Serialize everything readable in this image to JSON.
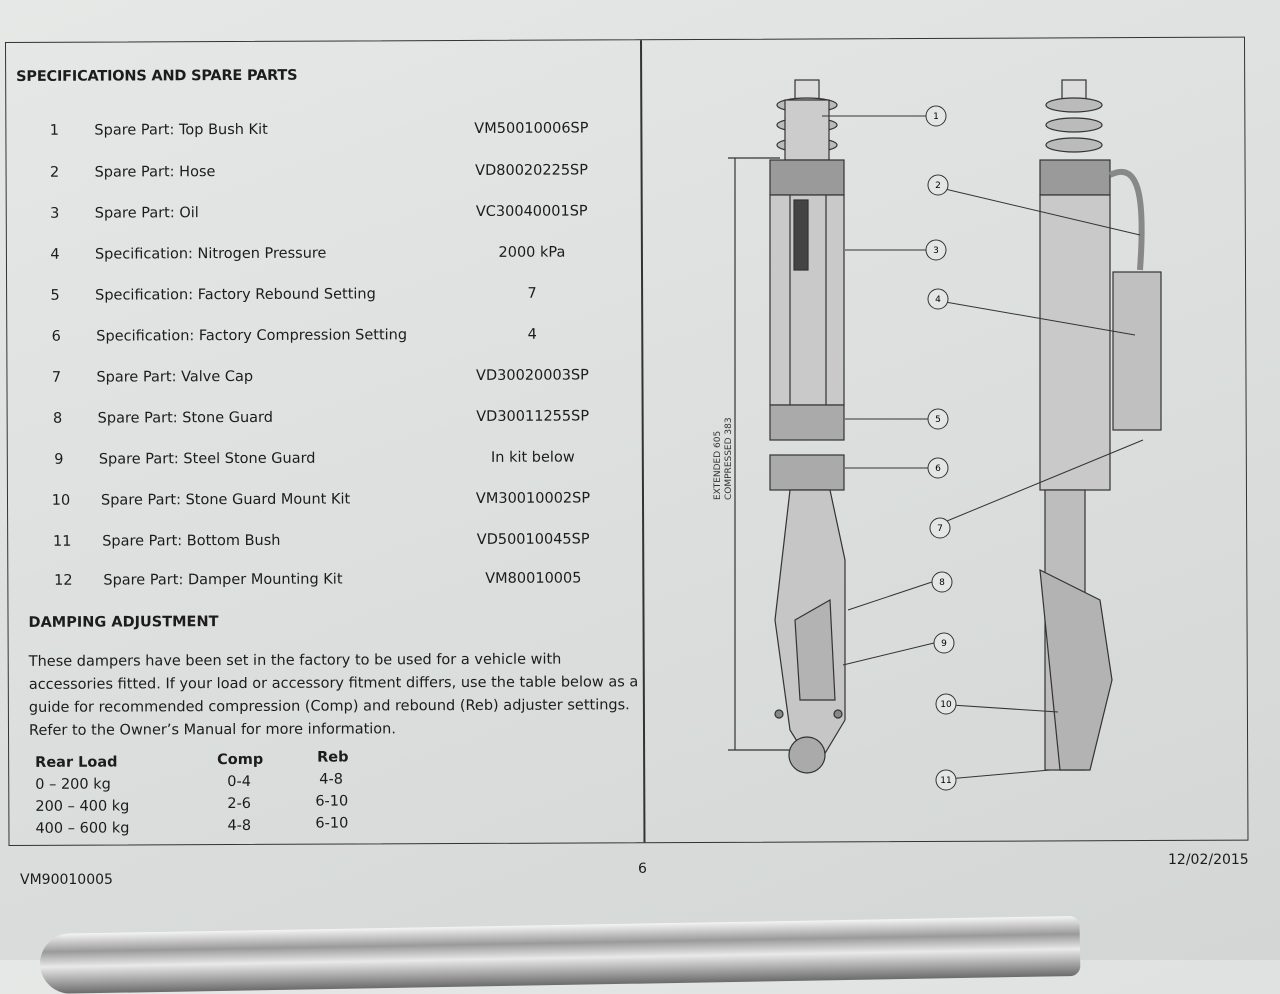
{
  "specs": {
    "title": "SPECIFICATIONS AND SPARE PARTS",
    "rows": [
      {
        "num": "1",
        "label": "Spare Part: Top Bush Kit",
        "value": "VM50010006SP"
      },
      {
        "num": "2",
        "label": "Spare Part: Hose",
        "value": "VD80020225SP"
      },
      {
        "num": "3",
        "label": "Spare Part: Oil",
        "value": "VC30040001SP"
      },
      {
        "num": "4",
        "label": "Specification: Nitrogen Pressure",
        "value": "2000 kPa"
      },
      {
        "num": "5",
        "label": "Specification: Factory Rebound Setting",
        "value": "7"
      },
      {
        "num": "6",
        "label": "Specification: Factory Compression Setting",
        "value": "4"
      },
      {
        "num": "7",
        "label": "Spare Part: Valve Cap",
        "value": "VD30020003SP"
      },
      {
        "num": "8",
        "label": "Spare Part: Stone Guard",
        "value": "VD30011255SP"
      },
      {
        "num": "9",
        "label": "Spare Part: Steel Stone Guard",
        "value": "In kit below"
      },
      {
        "num": "10",
        "label": "Spare Part: Stone Guard Mount Kit",
        "value": "VM30010002SP"
      },
      {
        "num": "11",
        "label": "Spare Part: Bottom Bush",
        "value": "VD50010045SP"
      },
      {
        "num": "12",
        "label": "Spare Part: Damper Mounting Kit",
        "value": "VM80010005"
      }
    ]
  },
  "damping": {
    "title": "DAMPING ADJUSTMENT",
    "paragraph": "These dampers have been set in the factory to be used for a vehicle with accessories fitted. If your load or accessory fitment differs, use the table below as a guide for recommended compression (Comp) and rebound (Reb) adjuster settings. Refer to the Owner’s Manual for more information.",
    "table": {
      "headers": [
        "Rear Load",
        "Comp",
        "Reb"
      ],
      "rows": [
        [
          "0 – 200 kg",
          "0-4",
          "4-8"
        ],
        [
          "200 – 400 kg",
          "2-6",
          "6-10"
        ],
        [
          "400 – 600 kg",
          "4-8",
          "6-10"
        ]
      ]
    }
  },
  "diagram": {
    "dimension_extended": "EXTENDED 605",
    "dimension_compressed": "COMPRESSED 383",
    "callouts": [
      "1",
      "2",
      "3",
      "4",
      "5",
      "6",
      "7",
      "8",
      "9",
      "10",
      "11"
    ]
  },
  "footer": {
    "doc_code": "VM90010005",
    "page_number": "6",
    "date": "12/02/2015"
  }
}
